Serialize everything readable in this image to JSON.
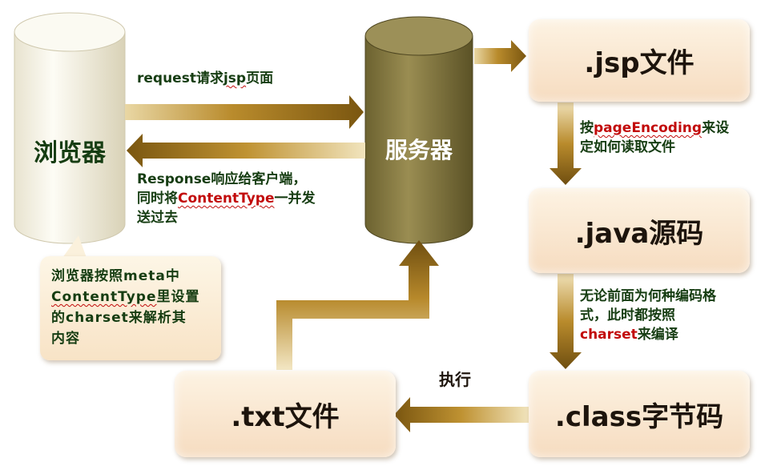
{
  "browser": {
    "label": "浏览器"
  },
  "server": {
    "label": "服务器"
  },
  "boxes": {
    "jsp": ".jsp文件",
    "java": ".java源码",
    "class_file": ".class字节码",
    "txt": ".txt文件"
  },
  "edges": {
    "request": {
      "prefix": "request请求",
      "jsp": "jsp",
      "suffix": "页面"
    },
    "response": {
      "line1": "Response响应给客户端，",
      "line2_prefix": "同时将",
      "line2_highlight": "ContentType",
      "line2_suffix": "一并发",
      "line3": "送过去"
    },
    "jsp_to_java": {
      "prefix": "按",
      "highlight": "pageEncoding",
      "suffix": "来设",
      "line2": "定如何读取文件"
    },
    "java_to_class": {
      "line1": "无论前面为何种编码格",
      "line2": "式，此时都按照",
      "highlight": "charset",
      "suffix": "来编译"
    },
    "class_to_txt": {
      "label": "执行"
    }
  },
  "note": {
    "line1": "浏览器按照meta中",
    "line2_highlight": "ContentType",
    "line2_suffix": "里设置",
    "line3": "的charset来解析其",
    "line4": "内容"
  },
  "colors": {
    "browser_label": "#163d12",
    "server_label": "#ffffff",
    "box_text": "#1d140c",
    "caption_green": "#163d12",
    "highlight_red": "#c20b0b"
  }
}
